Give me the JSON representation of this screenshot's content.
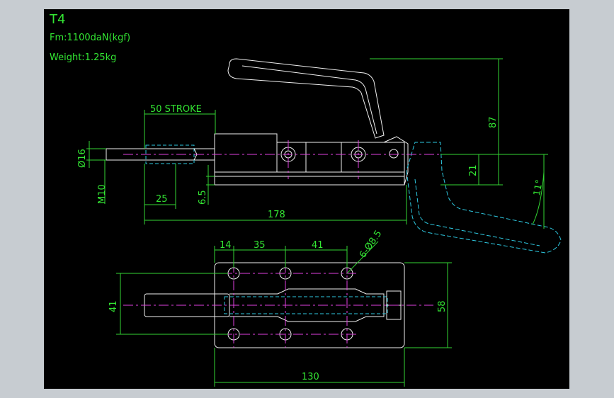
{
  "header": {
    "title": "T4",
    "force": "Fm:1100daN(kgf)",
    "weight": "Weight:1.25kg"
  },
  "dimensions": {
    "stroke": "50 STROKE",
    "dia16": "Ø16",
    "m10": "M10",
    "d25": "25",
    "d6_5": "6.5",
    "d178": "178",
    "d87": "87",
    "d21": "21",
    "angle": "11°",
    "d14": "14",
    "d35": "35",
    "d41_top": "41",
    "holes": "6-Ø8.5",
    "d41_left": "41",
    "d58": "58",
    "d130": "130"
  },
  "colors": {
    "background": "#000000",
    "frame": "#c7ccd1",
    "dimension": "#33e633",
    "outline": "#f0f0f0",
    "centerline": "#e040e0",
    "hidden": "#2ec8e0"
  }
}
